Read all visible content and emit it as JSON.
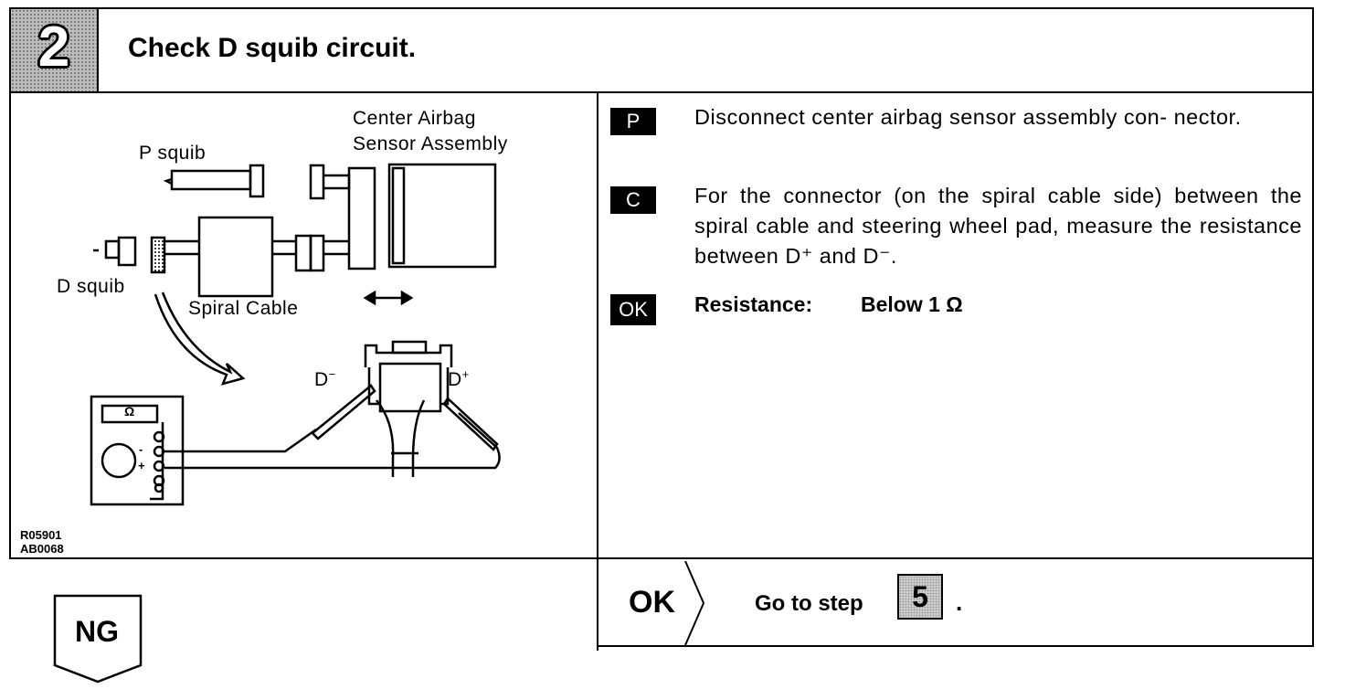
{
  "header": {
    "step_number": "2",
    "title": "Check D squib circuit."
  },
  "diagram": {
    "label_center_airbag_line1": "Center Airbag",
    "label_center_airbag_line2": "Sensor Assembly",
    "label_p_squib": "P squib",
    "label_d_squib": "D squib",
    "label_spiral_cable": "Spiral Cable",
    "label_d_minus": "D",
    "label_d_plus": "D",
    "meter_symbol": "Ω",
    "meter_minus": "-",
    "meter_plus": "+",
    "code_1": "R05901",
    "code_2": "AB0068"
  },
  "instructions": [
    {
      "tag": "P",
      "text": "Disconnect center airbag sensor assembly con- nector."
    },
    {
      "tag": "C",
      "text": "For the connector (on the spiral cable side) between the spiral cable and steering wheel pad, measure the resistance between D⁺ and D⁻."
    },
    {
      "tag": "OK",
      "text": ""
    }
  ],
  "resistance": {
    "label": "Resistance:",
    "value": "Below 1 Ω"
  },
  "result_ok": {
    "label": "OK",
    "goto_text": "Go to step",
    "goto_step": "5",
    "goto_suffix": "."
  },
  "result_ng": {
    "label": "NG"
  }
}
